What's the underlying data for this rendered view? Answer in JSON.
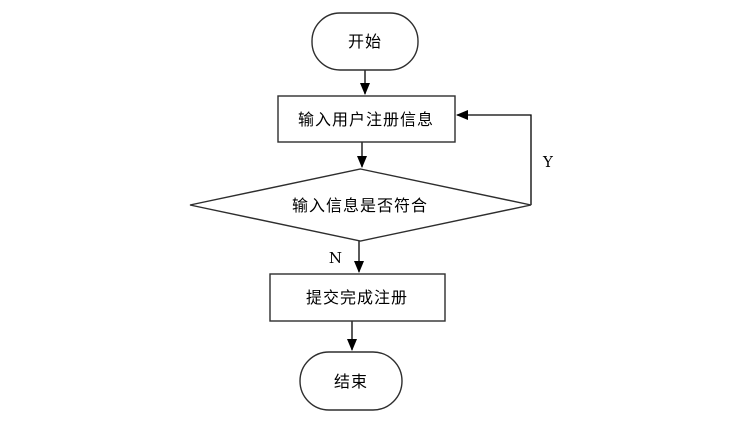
{
  "page": {
    "background": "#ffffff"
  },
  "flowchart": {
    "nodes": {
      "start": {
        "type": "terminator",
        "label": "开始"
      },
      "input": {
        "type": "process",
        "label": "输入用户注册信息"
      },
      "decision": {
        "type": "decision",
        "label": "输入信息是否符合"
      },
      "submit": {
        "type": "process",
        "label": "提交完成注册"
      },
      "end": {
        "type": "terminator",
        "label": "结束"
      }
    },
    "edges": {
      "yes_label": "Y",
      "no_label": "N"
    },
    "colors": {
      "shape_fill": "#ffffff",
      "shape_border": "#2e2e2e",
      "line": "#000000",
      "text": "#000000"
    }
  }
}
